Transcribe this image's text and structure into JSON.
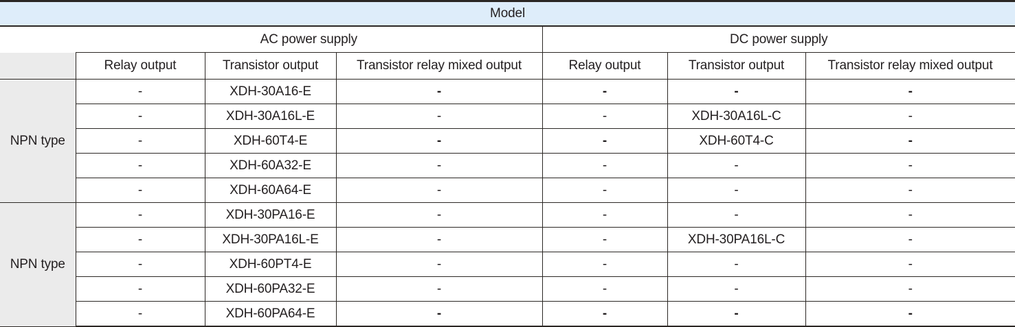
{
  "table": {
    "banner": {
      "label": "Model"
    },
    "supply_groups": [
      {
        "label": "AC power supply"
      },
      {
        "label": "DC power supply"
      }
    ],
    "column_headers": [
      "Relay output",
      "Transistor output",
      "Transistor relay mixed output",
      "Relay output",
      "Transistor output",
      "Transistor relay mixed output"
    ],
    "row_groups": [
      {
        "type_label": "NPN type",
        "rows": [
          {
            "cells": [
              "-",
              "XDH-30A16-E",
              "-",
              "-",
              "-",
              "-"
            ],
            "bold": [
              false,
              false,
              true,
              true,
              true,
              true
            ]
          },
          {
            "cells": [
              "-",
              "XDH-30A16L-E",
              "-",
              "-",
              "XDH-30A16L-C",
              "-"
            ],
            "bold": [
              false,
              false,
              false,
              false,
              false,
              false
            ]
          },
          {
            "cells": [
              "-",
              "XDH-60T4-E",
              "-",
              "-",
              "XDH-60T4-C",
              "-"
            ],
            "bold": [
              false,
              false,
              true,
              true,
              false,
              true
            ]
          },
          {
            "cells": [
              "-",
              "XDH-60A32-E",
              "-",
              "-",
              "-",
              "-"
            ],
            "bold": [
              false,
              false,
              false,
              false,
              false,
              false
            ]
          },
          {
            "cells": [
              "-",
              "XDH-60A64-E",
              "-",
              "-",
              "-",
              "-"
            ],
            "bold": [
              false,
              false,
              false,
              false,
              false,
              false
            ]
          }
        ]
      },
      {
        "type_label": "NPN type",
        "rows": [
          {
            "cells": [
              "-",
              "XDH-30PA16-E",
              "-",
              "-",
              "-",
              "-"
            ],
            "bold": [
              false,
              false,
              false,
              false,
              false,
              false
            ]
          },
          {
            "cells": [
              "-",
              "XDH-30PA16L-E",
              "-",
              "-",
              "XDH-30PA16L-C",
              "-"
            ],
            "bold": [
              false,
              false,
              false,
              false,
              false,
              false
            ]
          },
          {
            "cells": [
              "-",
              "XDH-60PT4-E",
              "-",
              "-",
              "-",
              "-"
            ],
            "bold": [
              false,
              false,
              false,
              false,
              false,
              false
            ]
          },
          {
            "cells": [
              "-",
              "XDH-60PA32-E",
              "-",
              "-",
              "-",
              "-"
            ],
            "bold": [
              false,
              false,
              false,
              false,
              false,
              false
            ]
          },
          {
            "cells": [
              "-",
              "XDH-60PA64-E",
              "-",
              "-",
              "-",
              "-"
            ],
            "bold": [
              false,
              false,
              true,
              true,
              true,
              true
            ]
          }
        ]
      }
    ]
  },
  "colors": {
    "banner_bg": "#deedfa",
    "banner_text": "#1e9ce6",
    "group_text": "#0b9cec",
    "type_cell_bg": "#ebebeb",
    "border": "#2b2724",
    "body_text": "#231f20"
  }
}
